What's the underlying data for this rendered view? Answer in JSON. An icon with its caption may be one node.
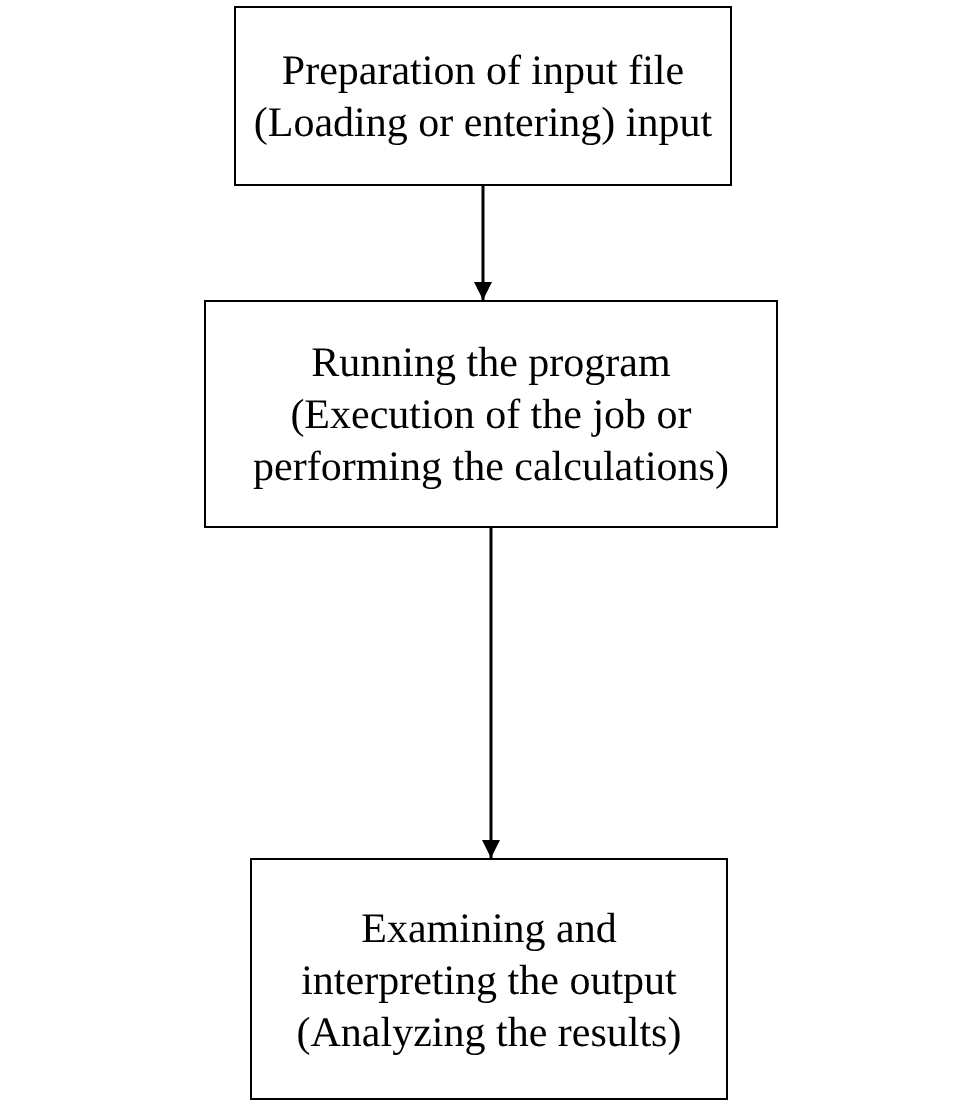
{
  "diagram": {
    "nodes": [
      {
        "text": [
          "Preparation of input file",
          "(Loading or entering) input"
        ]
      },
      {
        "text": [
          "Running the program",
          "(Execution of the job or performing the calculations)"
        ]
      },
      {
        "text": [
          "Examining and interpreting the output",
          "(Analyzing the results)"
        ]
      }
    ],
    "edges": [
      {
        "from": 0,
        "to": 1,
        "arrow": "to"
      },
      {
        "from": 1,
        "to": 2,
        "arrow": "to"
      }
    ]
  }
}
